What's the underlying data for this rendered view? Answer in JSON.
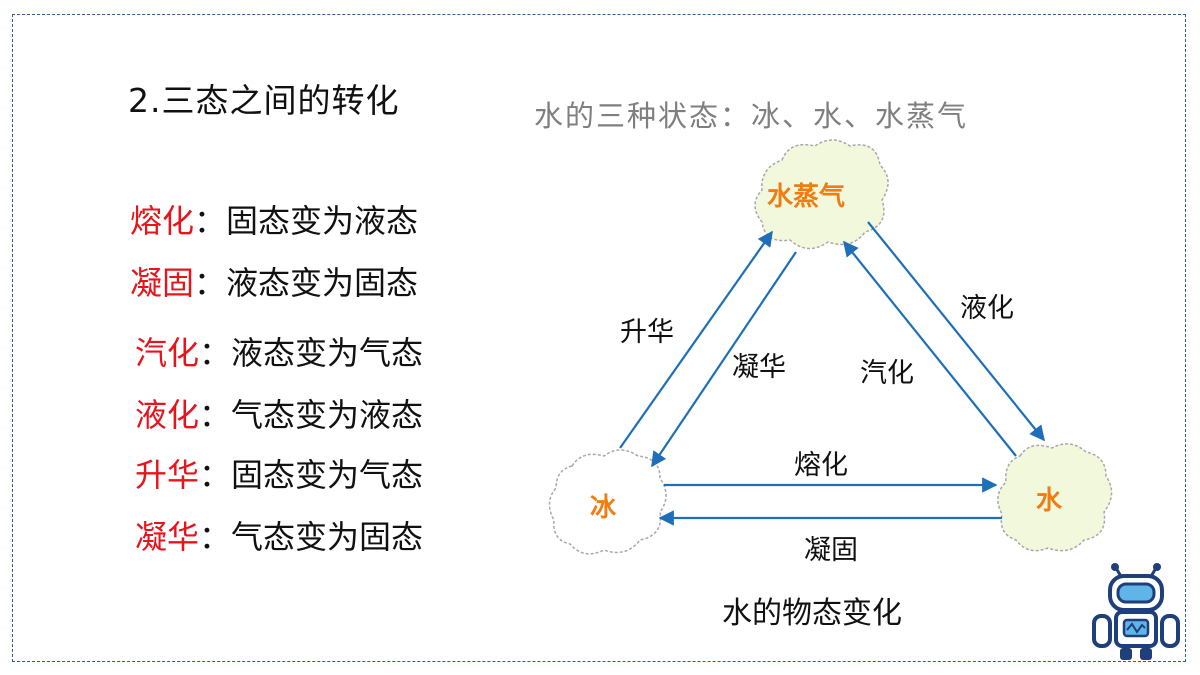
{
  "heading": "2.三态之间的转化",
  "definitions": [
    {
      "term": "熔化",
      "sep": "：",
      "desc": "固态变为液态"
    },
    {
      "term": "凝固",
      "sep": "：",
      "desc": "液态变为固态"
    },
    {
      "term": "汽化",
      "sep": "：",
      "desc": "液态变为气态"
    },
    {
      "term": "液化",
      "sep": "：",
      "desc": "气态变为液态"
    },
    {
      "term": "升华",
      "sep": "：",
      "desc": "固态变为气态"
    },
    {
      "term": "凝华",
      "sep": "：",
      "desc": "气态变为固态"
    }
  ],
  "diagram": {
    "subtitle": "水的三种状态：冰、水、水蒸气",
    "nodes": {
      "vapor": "水蒸气",
      "ice": "冰",
      "water": "水"
    },
    "edges": {
      "sublimation": "升华",
      "deposition": "凝华",
      "vaporization": "汽化",
      "condensation": "液化",
      "melting": "熔化",
      "freezing": "凝固"
    },
    "caption": "水的物态变化",
    "colors": {
      "arrow": "#1f6fb8",
      "node_text": "#ee7d14",
      "term_text": "#e8141c",
      "cloud_green": "#f1f8dc",
      "cloud_white": "#ffffff"
    }
  }
}
